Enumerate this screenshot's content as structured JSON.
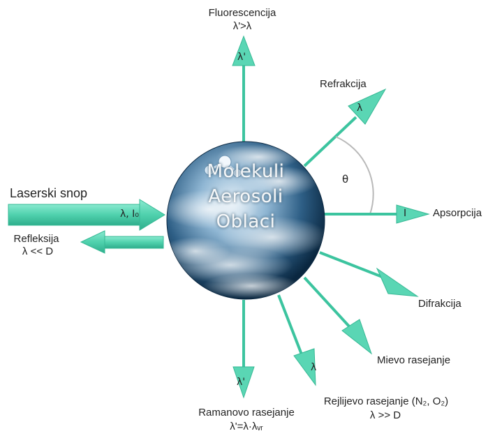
{
  "sphere": {
    "lines": [
      "Molekuli",
      "Aerosoli",
      "Oblaci"
    ]
  },
  "incoming": {
    "label": "Laserski snop",
    "symbol": "λ, I₀"
  },
  "processes": {
    "fluorescence": {
      "label": "Fluorescencija",
      "condition": "λ'>λ",
      "symbol": "λ'"
    },
    "refraction": {
      "label": "Refrakcija",
      "symbol": "λ",
      "angle": "θ"
    },
    "absorption": {
      "label": "Apsorpcija",
      "symbol": "I"
    },
    "diffraction": {
      "label": "Difrakcija"
    },
    "mie": {
      "label": "Mievo rasejanje"
    },
    "rayleigh": {
      "label": "Rejlijevo rasejanje (N₂, O₂)",
      "condition": "λ >> D",
      "symbol": "λ"
    },
    "raman": {
      "label": "Ramanovo rasejanje",
      "condition": "λ'=λ·λᵥᵣ",
      "symbol": "λ'"
    },
    "reflection": {
      "label": "Refleksija",
      "condition": "λ << D"
    }
  },
  "colors": {
    "arrow": "#5ad6b4",
    "arrow_dark": "#2fae8c",
    "sphere_dark": "#0c2f4d",
    "sphere_light": "#cfe3f1"
  }
}
